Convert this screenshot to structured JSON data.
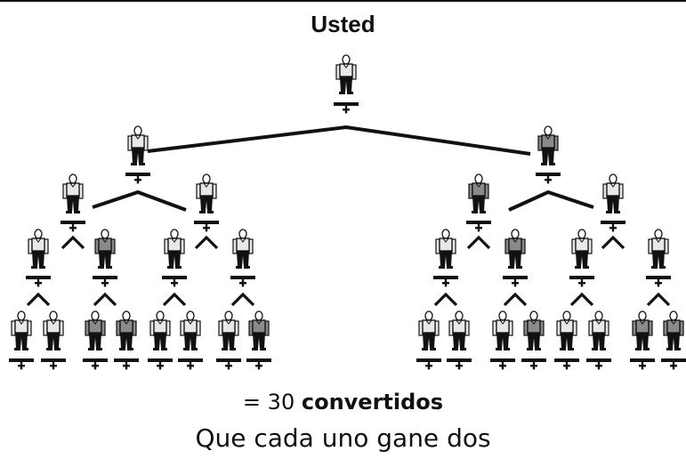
{
  "header": {
    "title": "Usted"
  },
  "result": {
    "prefix": "=",
    "count": "30",
    "label": "convertidos"
  },
  "caption": "Que cada uno gane dos",
  "colors": {
    "ink": "#111111",
    "shirt_light": "#e8e8e8",
    "shirt_gray": "#8a8a8a"
  },
  "diagram": {
    "levels": 5,
    "figures_per_level": [
      1,
      2,
      4,
      8,
      16
    ],
    "shirt_tones": {
      "level_1": [
        "light"
      ],
      "level_2": [
        "light",
        "gray"
      ],
      "level_3": [
        "light",
        "light",
        "gray",
        "light"
      ],
      "level_4": [
        "light",
        "gray",
        "light",
        "light",
        "light",
        "gray",
        "light",
        "light"
      ],
      "level_5": [
        "light",
        "light",
        "gray",
        "gray",
        "light",
        "light",
        "light",
        "gray",
        "light",
        "light",
        "light",
        "gray",
        "light",
        "light",
        "gray",
        "gray"
      ]
    }
  }
}
